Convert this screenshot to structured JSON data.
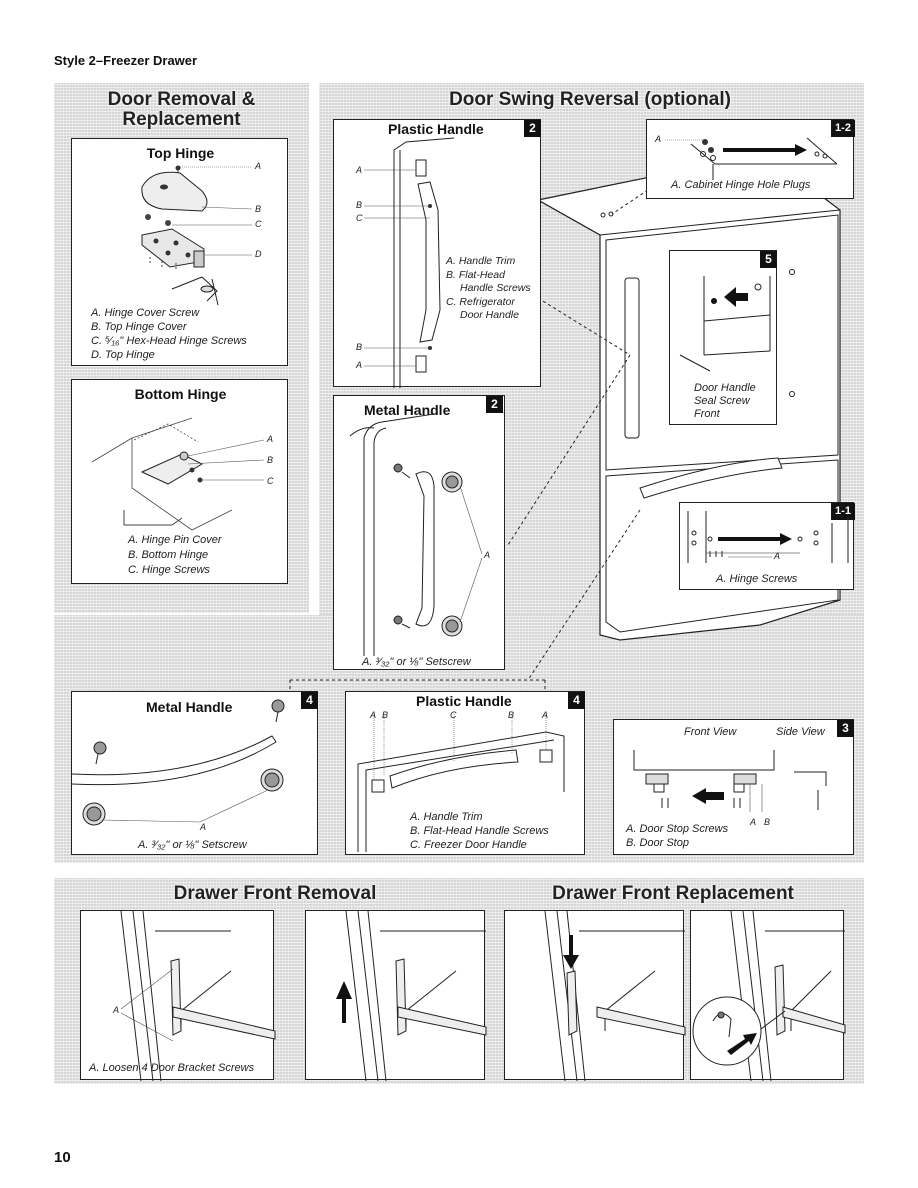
{
  "page": {
    "header": "Style 2–Freezer Drawer",
    "page_number": "10"
  },
  "door_removal": {
    "title_line1": "Door Removal &",
    "title_line2": "Replacement",
    "top_hinge": {
      "title": "Top Hinge",
      "letters": [
        "A",
        "B",
        "C",
        "D"
      ],
      "captions": [
        "A. Hinge Cover Screw",
        "B. Top Hinge Cover",
        "C. ⁵⁄₁₆\" Hex-Head Hinge Screws",
        "D. Top Hinge"
      ]
    },
    "bottom_hinge": {
      "title": "Bottom Hinge",
      "letters": [
        "A",
        "B",
        "C"
      ],
      "captions": [
        "A. Hinge Pin Cover",
        "B. Bottom Hinge",
        "C. Hinge Screws"
      ]
    }
  },
  "door_swing": {
    "title": "Door Swing Reversal (optional)",
    "plastic_handle_2": {
      "title": "Plastic Handle",
      "badge": "2",
      "letters": [
        "A",
        "B",
        "C",
        "B",
        "A"
      ],
      "captions": [
        "A. Handle Trim",
        "B. Flat-Head",
        "Handle Screws",
        "C. Refrigerator",
        "Door Handle"
      ]
    },
    "cabinet_plugs": {
      "badge": "1-2",
      "letter": "A",
      "caption": "A. Cabinet Hinge Hole Plugs"
    },
    "seal_screw": {
      "badge": "5",
      "captions": [
        "Door Handle",
        "Seal Screw",
        "Front"
      ]
    },
    "metal_handle_2": {
      "title": "Metal Handle",
      "badge": "2",
      "letter": "A",
      "caption": "A. ³⁄₃₂\" or ⅛\" Setscrew"
    },
    "hinge_screws": {
      "badge": "1-1",
      "letter": "A",
      "caption": "A. Hinge Screws"
    },
    "metal_handle_4": {
      "title": "Metal Handle",
      "badge": "4",
      "letter": "A",
      "caption": "A. ³⁄₃₂\" or ⅛\" Setscrew"
    },
    "plastic_handle_4": {
      "title": "Plastic Handle",
      "badge": "4",
      "letters": [
        "A",
        "B",
        "C",
        "B",
        "A"
      ],
      "captions": [
        "A. Handle Trim",
        "B. Flat-Head Handle Screws",
        "C. Freezer Door Handle"
      ]
    },
    "door_stop": {
      "badge": "3",
      "front_view": "Front View",
      "side_view": "Side View",
      "letters": [
        "A",
        "B"
      ],
      "captions": [
        "A. Door Stop Screws",
        "B. Door Stop"
      ]
    }
  },
  "drawer": {
    "removal_title": "Drawer Front Removal",
    "replacement_title": "Drawer Front Replacement",
    "letter": "A",
    "caption": "A. Loosen 4 Door Bracket Screws"
  }
}
